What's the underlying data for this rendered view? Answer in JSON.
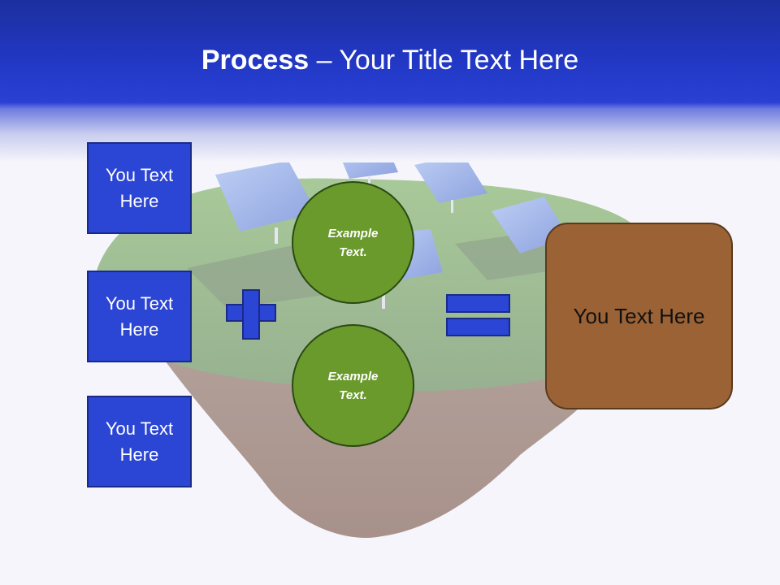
{
  "slide": {
    "title_bold": "Process",
    "title_rest": " – Your Title Text Here"
  },
  "left_boxes": [
    {
      "label": "You Text Here"
    },
    {
      "label": "You Text Here"
    },
    {
      "label": "You Text Here"
    }
  ],
  "circles": [
    {
      "label": "Example Text."
    },
    {
      "label": "Example Text."
    }
  ],
  "result": {
    "label": "You Text Here"
  },
  "colors": {
    "header": "#2238c6",
    "box_blue": "#2b45d4",
    "circle_green": "#6a9a2c",
    "result_brown": "#9b6235"
  }
}
